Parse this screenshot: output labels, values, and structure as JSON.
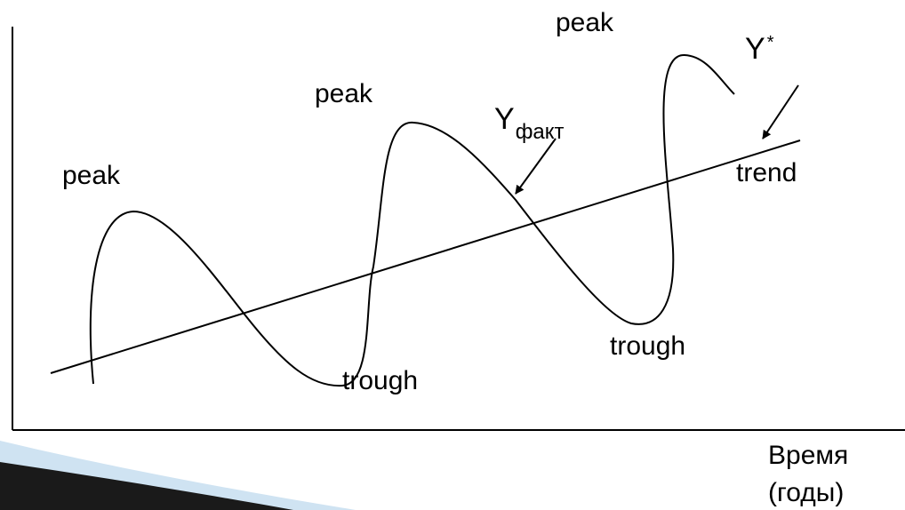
{
  "labels": {
    "y_fact_base": "Y",
    "y_fact_sub": "факт",
    "y_star_base": "Y",
    "y_star_sup": "*",
    "trend": "trend",
    "peaks": [
      "peak",
      "peak",
      "peak"
    ],
    "troughs": [
      "trough",
      "trough"
    ]
  },
  "axes": {
    "x_label_line1": "Время",
    "x_label_line2": "(годы)"
  },
  "colors": {
    "ink": "#000000",
    "background": "#ffffff",
    "decor_light": "#cfe3f2",
    "decor_dark": "#1a1a1a"
  },
  "icons": [
    "arrow-icon",
    "arrow-icon"
  ]
}
